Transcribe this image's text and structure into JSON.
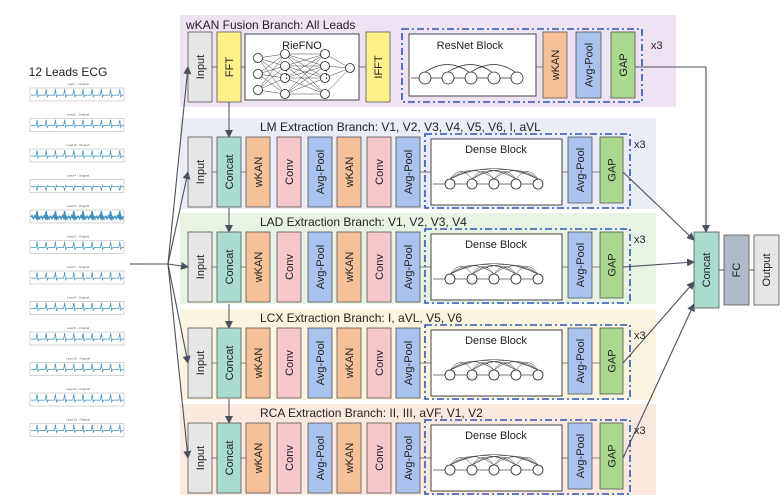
{
  "ecg": {
    "title": "12 Leads ECG",
    "panels": [
      "Lead I - Original",
      "Lead II - Original",
      "Lead III - Original",
      "Lead 4 - Original",
      "Lead 5 - Original",
      "Lead 6 - Original",
      "Lead 7 - Original",
      "Lead 8 - Original",
      "Lead 9 - Original",
      "Lead 10 - Original",
      "Lead 11 - Original",
      "Lead 12 - Original"
    ]
  },
  "fusion": {
    "title": "wKAN Fusion Branch: All Leads",
    "input": "Input",
    "fft": "FFT",
    "riefno": "RieFNO",
    "ifft": "IFFT",
    "resnet_title": "ResNet Block",
    "wkan": "wKAN",
    "avgpool": "Avg-Pool",
    "gap": "GAP",
    "repeat": "x3"
  },
  "branch_blocks": {
    "input": "Input",
    "concat": "Concat",
    "wkan": "wKAN",
    "conv": "Conv",
    "avgpool": "Avg-Pool",
    "dense_title": "Dense Block",
    "gap": "GAP",
    "repeat": "x3"
  },
  "branches": [
    {
      "title": "LM Extraction Branch: V1, V2, V3, V4, V5, V6, I, aVL",
      "color": "#eaecf6"
    },
    {
      "title": "LAD Extraction Branch: V1, V2, V3, V4",
      "color": "#e9f3e3"
    },
    {
      "title": "LCX Extraction Branch: I, aVL, V5, V6",
      "color": "#fbf4de"
    },
    {
      "title": "RCA Extraction Branch: II, III, aVF, V1, V2",
      "color": "#fbe9e0"
    }
  ],
  "output_stage": {
    "concat": "Concat",
    "fc": "FC",
    "output": "Output"
  },
  "colors": {
    "fusion_bg": "#efe3f3",
    "input": "#e6e6e6",
    "fft": "#fff08a",
    "concat": "#a9dbcf",
    "wkan": "#f6c199",
    "conv": "#f6c8cc",
    "avgpool": "#aac3ee",
    "gap": "#a9d88e",
    "fc": "#b0bbc9",
    "dashed": "#2d57b8",
    "ecg_trace": "#3f8fbd"
  }
}
